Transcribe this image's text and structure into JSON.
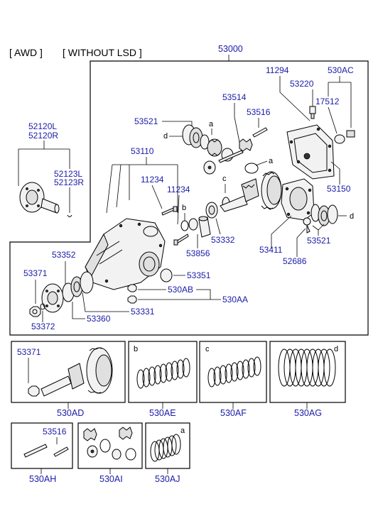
{
  "header": {
    "drive_type": "[ AWD ]",
    "lsd_type": "[ WITHOUT LSD ]"
  },
  "assembly": {
    "main_part": "53000"
  },
  "parts": {
    "p52120L": "52120L",
    "p52120R": "52120R",
    "p52123L": "52123L",
    "p52123R": "52123R",
    "p53521_top": "53521",
    "p53514": "53514",
    "p53516_top": "53516",
    "p11294": "11294",
    "p53220": "53220",
    "p530AC": "530AC",
    "p17512": "17512",
    "p53110": "53110",
    "p11234_a": "11234",
    "p11234_b": "11234",
    "p53150": "53150",
    "p53352": "53352",
    "p53371_main": "53371",
    "p53372": "53372",
    "p53360": "53360",
    "p53331": "53331",
    "p53351": "53351",
    "p530AB": "530AB",
    "p530AA": "530AA",
    "p53856": "53856",
    "p53332": "53332",
    "p53411": "53411",
    "p52686": "52686",
    "p53521_bot": "53521"
  },
  "callouts": {
    "a1": "a",
    "a2": "a",
    "b": "b",
    "c": "c",
    "d1": "d",
    "d2": "d"
  },
  "kits": {
    "ad": {
      "code": "530AD",
      "label": "53371"
    },
    "ae": {
      "code": "530AE",
      "letter": "b"
    },
    "af": {
      "code": "530AF",
      "letter": "c"
    },
    "ag": {
      "code": "530AG",
      "letter": "d"
    },
    "ah": {
      "code": "530AH",
      "label": "53516"
    },
    "ai": {
      "code": "530AI"
    },
    "aj": {
      "code": "530AJ",
      "letter": "a"
    }
  }
}
